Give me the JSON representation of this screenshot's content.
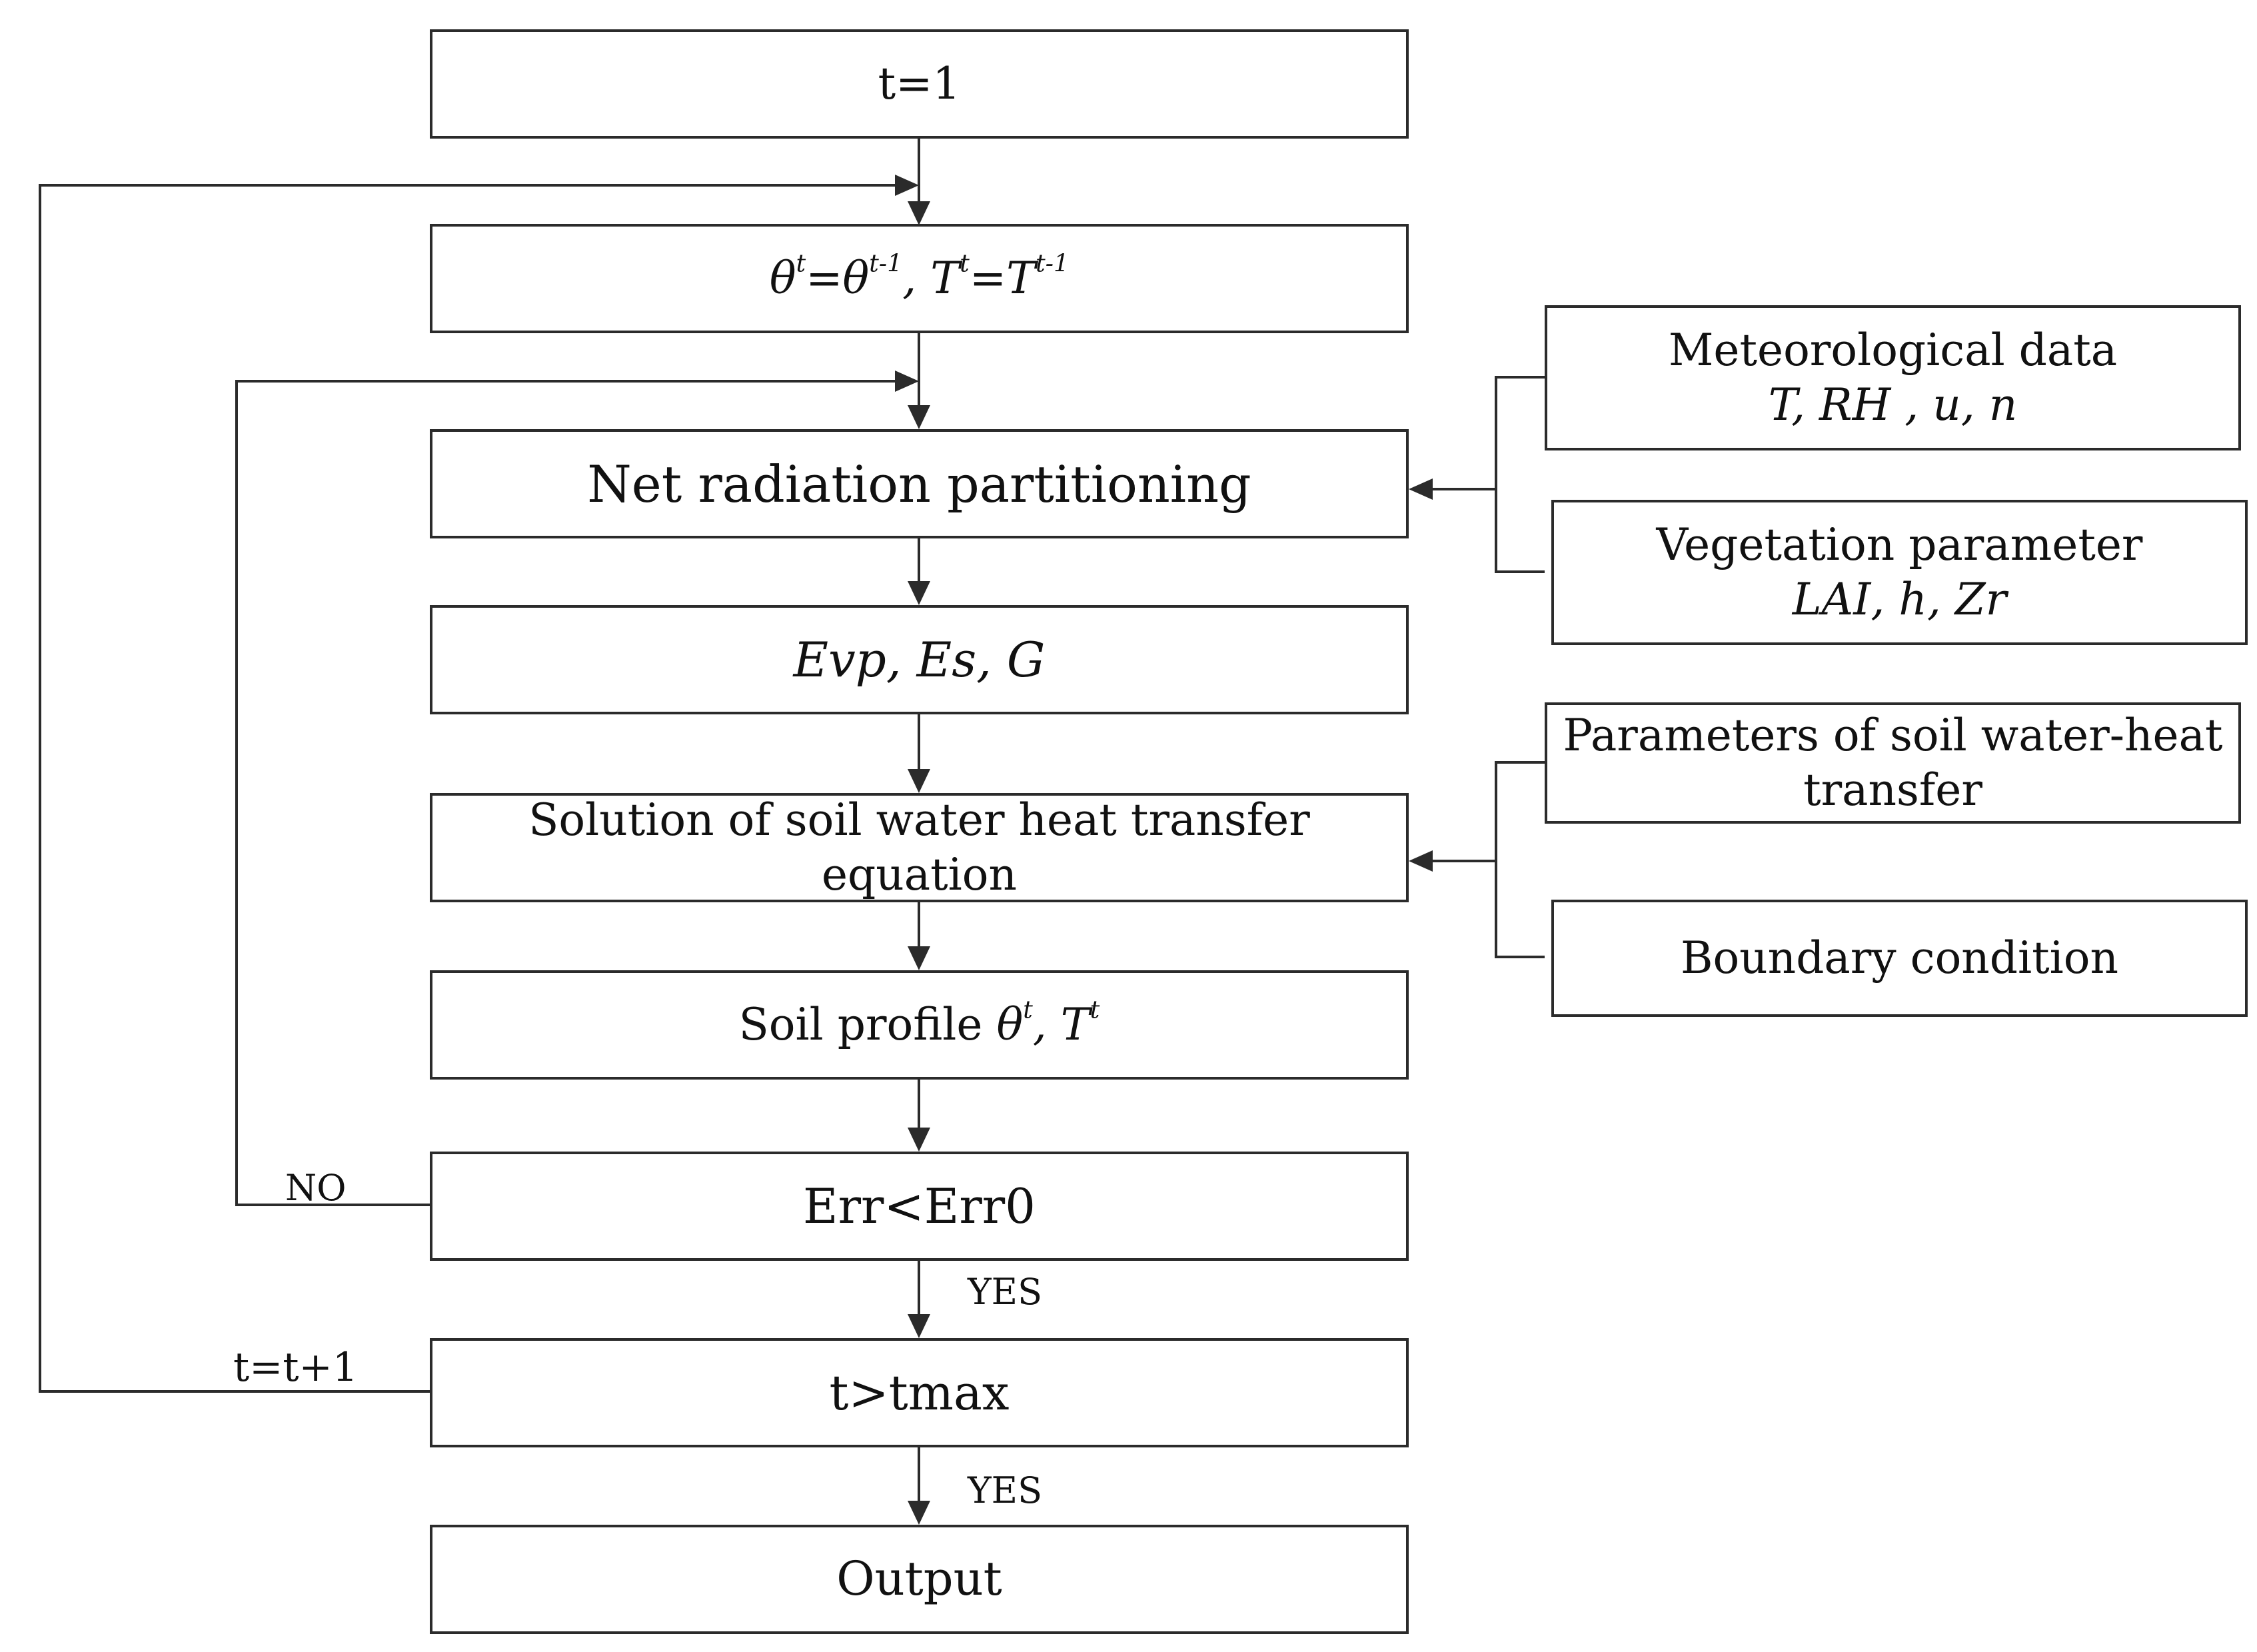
{
  "flow": {
    "init": "t=1",
    "assign": {
      "theta": "θ",
      "t": "t",
      "eq": "=",
      "tm1": "t-1",
      "sep": ", ",
      "T": "T"
    },
    "net_radiation": "Net radiation partitioning",
    "fluxes": "Evp, Es, G",
    "solution": "Solution of soil water heat transfer equation",
    "profile": {
      "prefix": "Soil profile ",
      "theta": "θ",
      "t": "t",
      "sep": ", ",
      "T": "T"
    },
    "err_check": "Err<Err0",
    "time_check": "t>tmax",
    "output": "Output"
  },
  "inputs": {
    "meteo": {
      "title": "Meteorological data",
      "vars": "T, RH , u, n"
    },
    "vegetation": {
      "title": "Vegetation parameter",
      "vars": "LAI, h, Zr"
    },
    "soil_params": {
      "line1": "Parameters of soil water-heat",
      "line2": "transfer"
    },
    "boundary": "Boundary condition"
  },
  "labels": {
    "no": "NO",
    "yes1": "YES",
    "yes2": "YES",
    "increment": "t=t+1"
  }
}
